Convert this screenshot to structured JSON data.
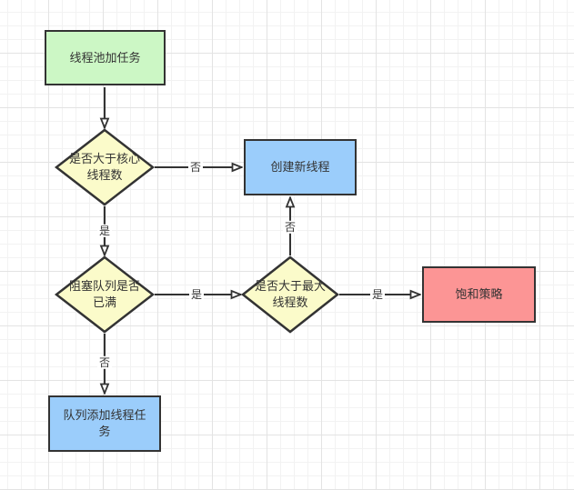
{
  "diagram": {
    "title": "线程池加任务流程图",
    "colors": {
      "start_fill": "#ccf7c5",
      "decision_fill": "#fbfbca",
      "process_fill": "#9bcdfb",
      "alert_fill": "#fc9595",
      "stroke": "#333333"
    },
    "nodes": [
      {
        "id": "start",
        "shape": "rectangle",
        "label": "线程池加任务",
        "fill": "#ccf7c5"
      },
      {
        "id": "gt-core",
        "shape": "diamond",
        "label": "是否大于核心线程数",
        "fill": "#fbfbca"
      },
      {
        "id": "create-thread",
        "shape": "rectangle",
        "label": "创建新线程",
        "fill": "#9bcdfb"
      },
      {
        "id": "queue-full",
        "shape": "diamond",
        "label": "阻塞队列是否已满",
        "fill": "#fbfbca"
      },
      {
        "id": "gt-max",
        "shape": "diamond",
        "label": "是否大于最大线程数",
        "fill": "#fbfbca"
      },
      {
        "id": "saturation",
        "shape": "rectangle",
        "label": "饱和策略",
        "fill": "#fc9595"
      },
      {
        "id": "enqueue",
        "shape": "rectangle",
        "label": "队列添加线程任务",
        "fill": "#9bcdfb"
      }
    ],
    "edges": [
      {
        "from": "start",
        "to": "gt-core",
        "label": ""
      },
      {
        "from": "gt-core",
        "to": "create-thread",
        "label": "否"
      },
      {
        "from": "gt-core",
        "to": "queue-full",
        "label": "是"
      },
      {
        "from": "queue-full",
        "to": "gt-max",
        "label": "是"
      },
      {
        "from": "gt-max",
        "to": "create-thread",
        "label": "否"
      },
      {
        "from": "gt-max",
        "to": "saturation",
        "label": "是"
      },
      {
        "from": "queue-full",
        "to": "enqueue",
        "label": "否"
      }
    ]
  }
}
